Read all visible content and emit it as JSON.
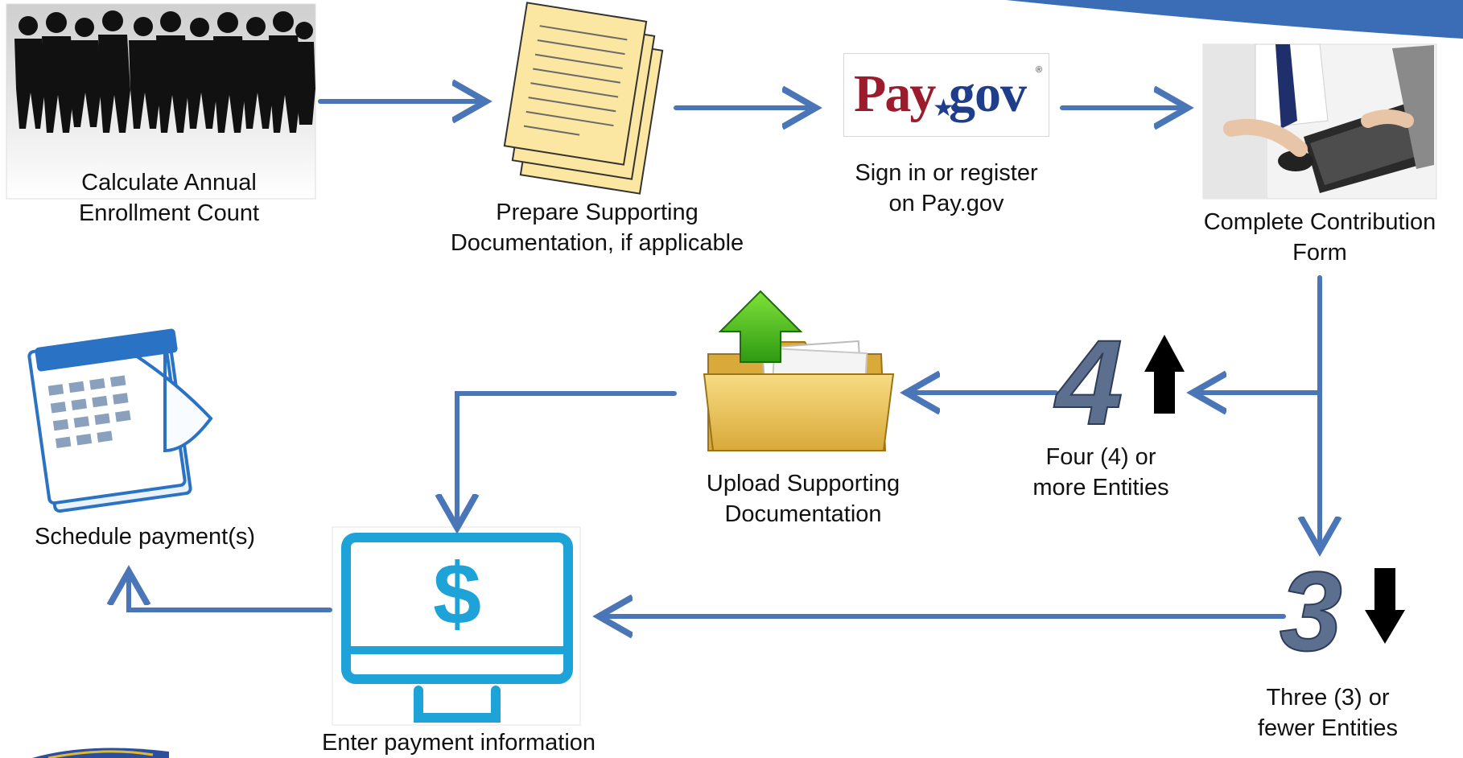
{
  "steps": {
    "calculate": {
      "line1": "Calculate Annual",
      "line2": "Enrollment Count"
    },
    "prepare": {
      "line1": "Prepare Supporting",
      "line2": "Documentation, if applicable"
    },
    "signin": {
      "line1": "Sign in or register",
      "line2": "on Pay.gov"
    },
    "complete": {
      "line1": "Complete Contribution",
      "line2": "Form"
    },
    "four": {
      "line1": "Four (4) or",
      "line2": "more Entities",
      "digit": "4"
    },
    "three": {
      "line1": "Three (3) or",
      "line2": "fewer Entities",
      "digit": "3"
    },
    "upload": {
      "line1": "Upload Supporting",
      "line2": "Documentation"
    },
    "enter": {
      "line1": "Enter payment information"
    },
    "schedule": {
      "line1": "Schedule payment(s)"
    }
  },
  "paygov_logo": {
    "pay": "Pay",
    "gov": "gov",
    "reg": "®"
  },
  "dollar_symbol": "$",
  "colors": {
    "arrow": "#4a76b8",
    "banner": "#3a6db5",
    "monitor": "#1ea3d9",
    "folder": "#e8c35c",
    "paper": "#fbe7a1"
  }
}
